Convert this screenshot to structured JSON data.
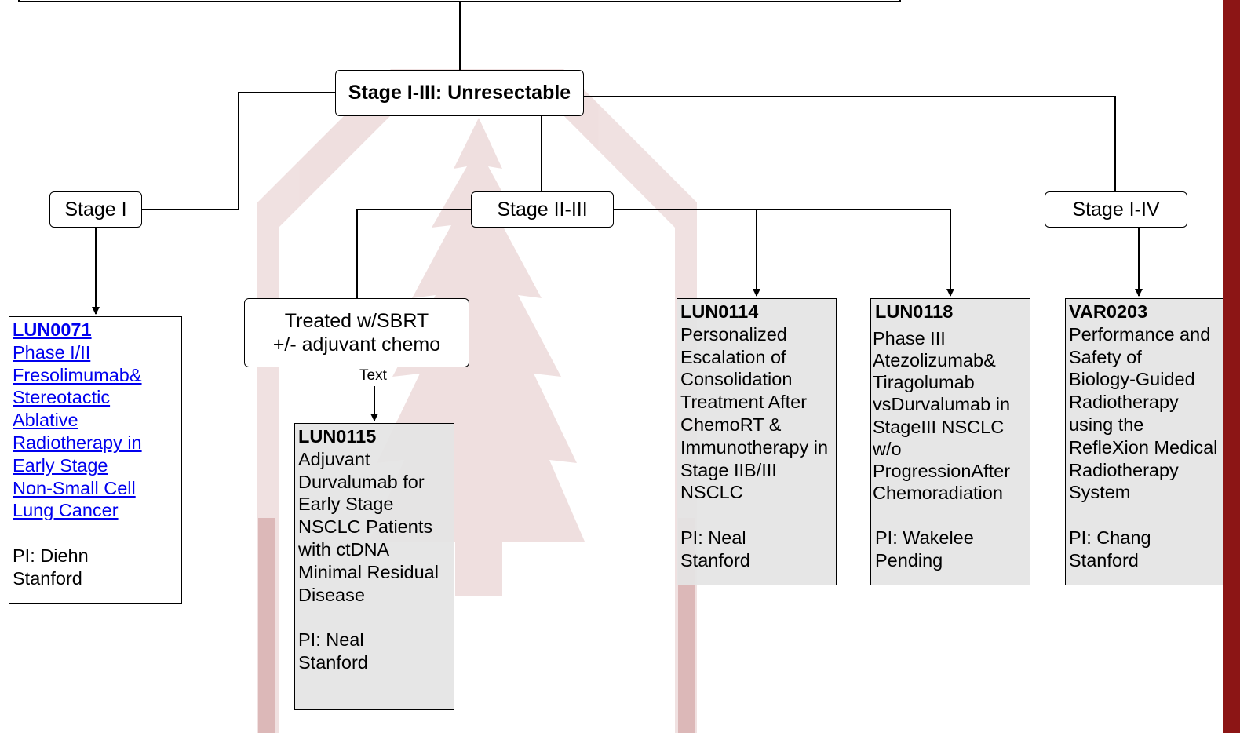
{
  "colors": {
    "accent_bar": "#8c1515",
    "watermark": "#8c1515",
    "trial_fill": "#e4e4e4",
    "link": "#0000ee"
  },
  "watermark": {
    "name": "stanford-tree-logo"
  },
  "root": {
    "label": "Stage I-III: Unresectable"
  },
  "stages": {
    "stage1": "Stage I",
    "stage23": "Stage II-III",
    "stage14": "Stage I-IV"
  },
  "treated": {
    "line1": "Treated w/SBRT",
    "line2": "+/- adjuvant chemo"
  },
  "edge_label": "Text",
  "trials": {
    "lun0071": {
      "id": "LUN0071",
      "title": "Phase I/II\nFresolimumab&\nStereotactic\nAblative\nRadiotherapy in\nEarly Stage\nNon-Small Cell\nLung Cancer",
      "pi": "PI: Diehn",
      "site": "Stanford"
    },
    "lun0115": {
      "id": "LUN0115",
      "title": "Adjuvant\nDurvalumab for\nEarly Stage\nNSCLC Patients\nwith ctDNA\nMinimal Residual\nDisease",
      "pi": "PI: Neal",
      "site": "Stanford"
    },
    "lun0114": {
      "id": "LUN0114",
      "title": "Personalized\nEscalation of\nConsolidation\nTreatment After\nChemoRT &\nImmunotherapy in\nStage IIB/III\nNSCLC",
      "pi": "PI: Neal",
      "site": "Stanford"
    },
    "lun0118": {
      "id": "LUN0118",
      "title": "Phase III\nAtezolizumab&\nTiragolumab\nvsDurvalumab in\nStageIII NSCLC\nw/o\nProgressionAfter\nChemoradiation",
      "pi": "PI: Wakelee",
      "site": "Pending"
    },
    "var0203": {
      "id": "VAR0203",
      "title": "Performance and\nSafety of\nBiology-Guided\nRadiotherapy\nusing the\nRefleXion Medical\nRadiotherapy\nSystem",
      "pi": "PI: Chang",
      "site": "Stanford"
    }
  }
}
